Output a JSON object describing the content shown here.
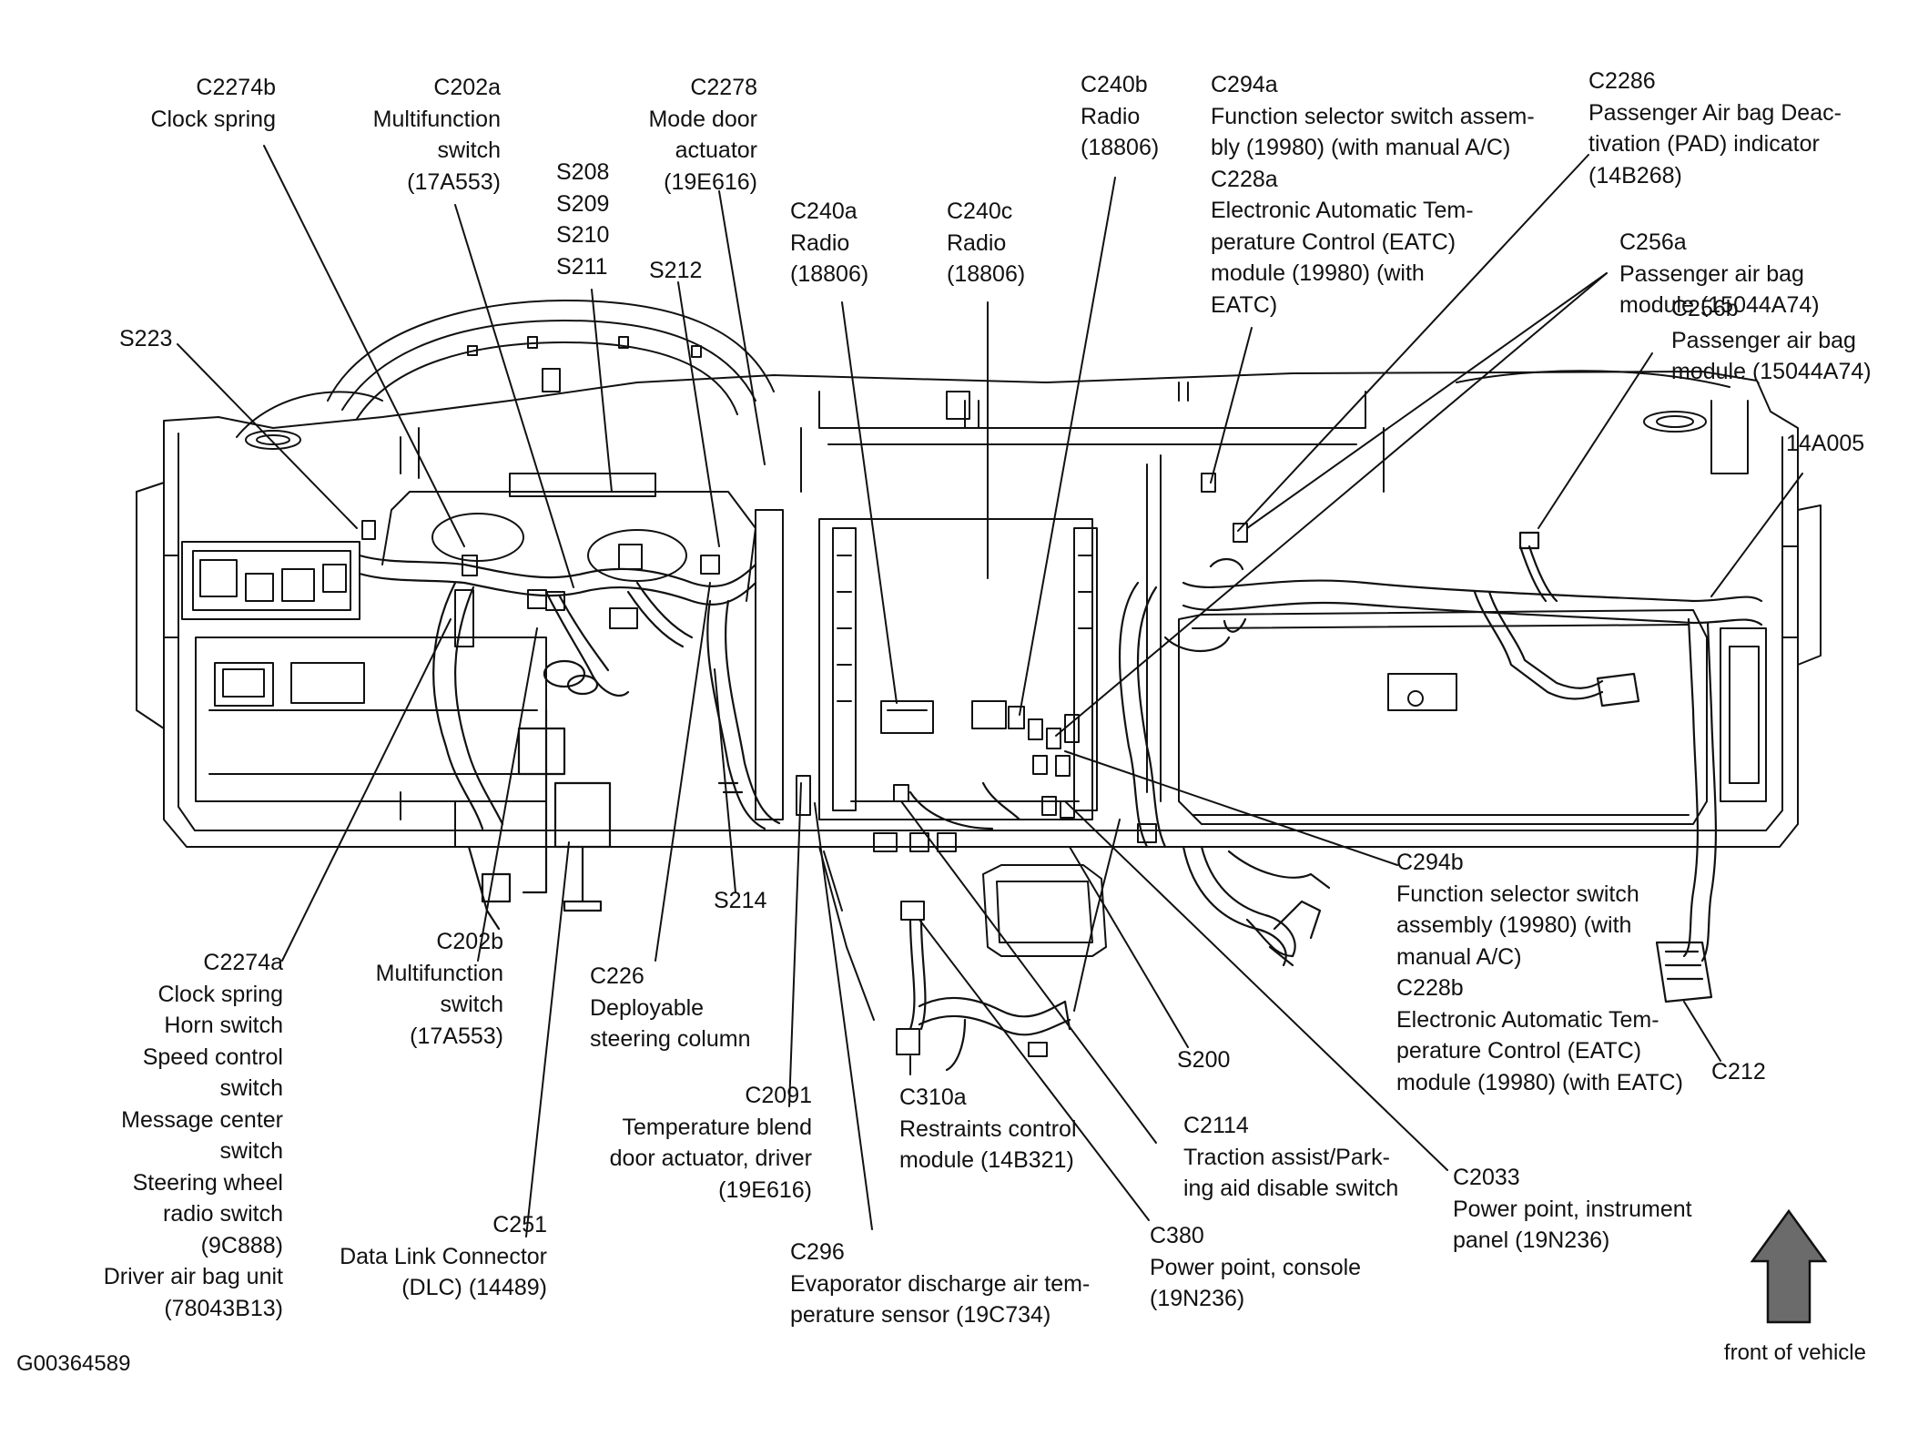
{
  "figure_id": "G00364589",
  "orientation": {
    "label": "front of vehicle",
    "icon": "arrow-up-icon"
  },
  "colors": {
    "ink": "#111111",
    "background": "#ffffff",
    "arrow_fill": "#6b6b6b"
  },
  "callouts": [
    {
      "key": "c2274b",
      "lines": [
        "C2274b",
        "Clock spring"
      ]
    },
    {
      "key": "c202a",
      "lines": [
        "C202a",
        "Multifunction",
        "switch",
        "(17A553)"
      ]
    },
    {
      "key": "c2278",
      "lines": [
        "C2278",
        "Mode door",
        "actuator",
        "(19E616)"
      ]
    },
    {
      "key": "s208",
      "lines": [
        "S208",
        "S209",
        "S210",
        "S211"
      ]
    },
    {
      "key": "s212",
      "lines": [
        "S212"
      ]
    },
    {
      "key": "s223",
      "lines": [
        "S223"
      ]
    },
    {
      "key": "c240a",
      "lines": [
        "C240a",
        "Radio",
        "(18806)"
      ]
    },
    {
      "key": "c240c",
      "lines": [
        "C240c",
        "Radio",
        "(18806)"
      ]
    },
    {
      "key": "c240b",
      "lines": [
        "C240b",
        "Radio",
        "(18806)"
      ]
    },
    {
      "key": "c294a",
      "lines": [
        "C294a",
        "Function selector switch assem-",
        "bly (19980) (with manual A/C)",
        "C228a",
        "Electronic Automatic Tem-",
        "perature Control (EATC)",
        "module (19980) (with",
        "EATC)"
      ]
    },
    {
      "key": "c2286",
      "lines": [
        "C2286",
        "Passenger Air bag Deac-",
        "tivation (PAD) indicator",
        "(14B268)"
      ]
    },
    {
      "key": "c256a",
      "lines": [
        "C256a",
        "Passenger air bag",
        "module (15044A74)"
      ]
    },
    {
      "key": "c256b",
      "lines": [
        "C256b",
        "Passenger air bag",
        "module (15044A74)"
      ]
    },
    {
      "key": "p14a005",
      "lines": [
        "14A005"
      ]
    },
    {
      "key": "c2274a",
      "lines": [
        "C2274a",
        "Clock spring",
        "Horn switch",
        "Speed control",
        "switch",
        "Message center",
        "switch",
        "Steering wheel",
        "radio switch",
        "(9C888)",
        "Driver air bag unit",
        "(78043B13)"
      ]
    },
    {
      "key": "c202b",
      "lines": [
        "C202b",
        "Multifunction",
        "switch",
        "(17A553)"
      ]
    },
    {
      "key": "c226",
      "lines": [
        "C226",
        "Deployable",
        "steering column"
      ]
    },
    {
      "key": "s214",
      "lines": [
        "S214"
      ]
    },
    {
      "key": "c251",
      "lines": [
        "C251",
        "Data Link Connector",
        "(DLC) (14489)"
      ]
    },
    {
      "key": "c2091",
      "lines": [
        "C2091",
        "Temperature blend",
        "door actuator, driver",
        "(19E616)"
      ]
    },
    {
      "key": "c296",
      "lines": [
        "C296",
        "Evaporator discharge air tem-",
        "perature sensor (19C734)"
      ]
    },
    {
      "key": "c310a",
      "lines": [
        "C310a",
        "Restraints control",
        "module (14B321)"
      ]
    },
    {
      "key": "s200",
      "lines": [
        "S200"
      ]
    },
    {
      "key": "c2114",
      "lines": [
        "C2114",
        "Traction assist/Park-",
        "ing aid disable switch"
      ]
    },
    {
      "key": "c380",
      "lines": [
        "C380",
        "Power point, console",
        "(19N236)"
      ]
    },
    {
      "key": "c294b",
      "lines": [
        "C294b",
        "Function selector switch",
        "assembly (19980) (with",
        "manual A/C)",
        "C228b",
        "Electronic Automatic Tem-",
        "perature Control (EATC)",
        "module (19980) (with EATC)"
      ]
    },
    {
      "key": "c212",
      "lines": [
        "C212"
      ]
    },
    {
      "key": "c2033",
      "lines": [
        "C2033",
        "Power point, instrument",
        "panel (19N236)"
      ]
    }
  ]
}
